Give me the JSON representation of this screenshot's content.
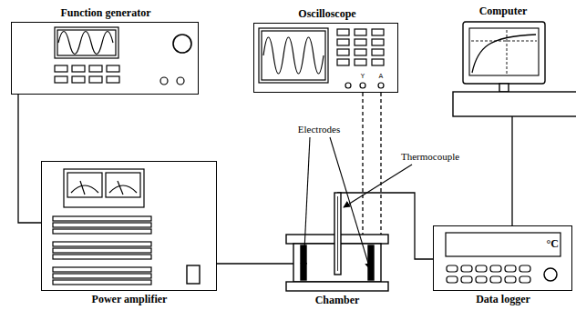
{
  "diagram": {
    "nodes": [
      {
        "text": [
          "Function generator"
        ]
      },
      {
        "text": [
          "Oscilloscope"
        ]
      },
      {
        "text": [
          "Computer"
        ]
      },
      {
        "text": [
          "Power amplifier"
        ]
      },
      {
        "text": [
          "Chamber"
        ]
      },
      {
        "text": [
          "Data logger",
          "°C"
        ]
      }
    ],
    "edges": [
      {
        "from": 0,
        "to": 3,
        "arrow": "none"
      },
      {
        "from": 3,
        "to": 4,
        "arrow": "none"
      },
      {
        "from": 1,
        "to": 4,
        "arrow": "none"
      },
      {
        "from": 4,
        "to": 5,
        "arrow": "none"
      },
      {
        "from": 5,
        "to": 2,
        "arrow": "none"
      }
    ],
    "labels": [
      "Electrodes",
      "Thermocouple",
      "Y",
      "A"
    ]
  }
}
